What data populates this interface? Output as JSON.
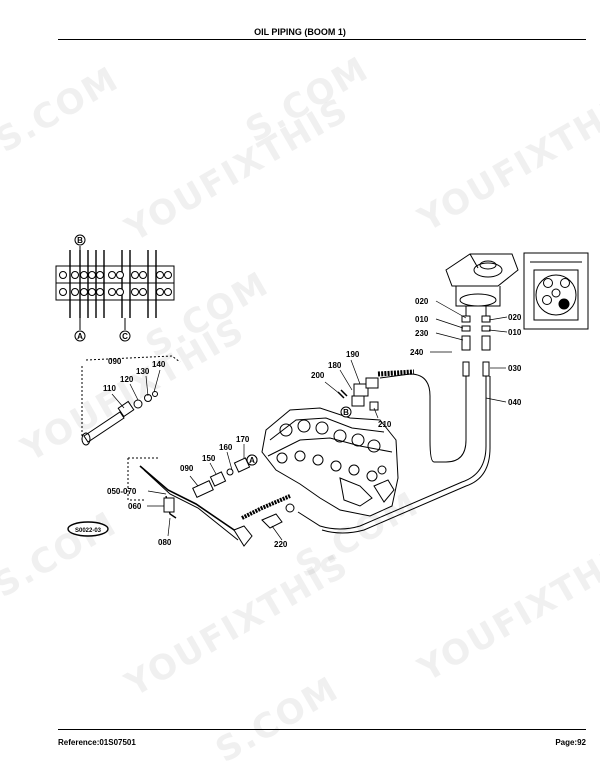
{
  "header": {
    "title": "OIL PIPING (BOOM 1)"
  },
  "footer": {
    "reference": "Reference:01S07501",
    "page": "Page:92"
  },
  "watermark": {
    "text_main": "YOUFIXTHIS",
    "text_com": "S.COM"
  },
  "stamp": {
    "code": "S0022-03"
  },
  "detail_markers": {
    "a": "A",
    "b": "B",
    "c": "C"
  },
  "callouts": {
    "c020_left": "020",
    "c010_left": "010",
    "c230": "230",
    "c240": "240",
    "c020_right": "020",
    "c010_right": "010",
    "c030": "030",
    "c040": "040",
    "c190": "190",
    "c180": "180",
    "c200": "200",
    "c210": "210",
    "c090_top": "090",
    "c140": "140",
    "c130": "130",
    "c120": "120",
    "c110": "110",
    "c170": "170",
    "c160": "160",
    "c150": "150",
    "c090_mid": "090",
    "c050_070": "050-070",
    "c060": "060",
    "c080": "080",
    "c220": "220"
  }
}
